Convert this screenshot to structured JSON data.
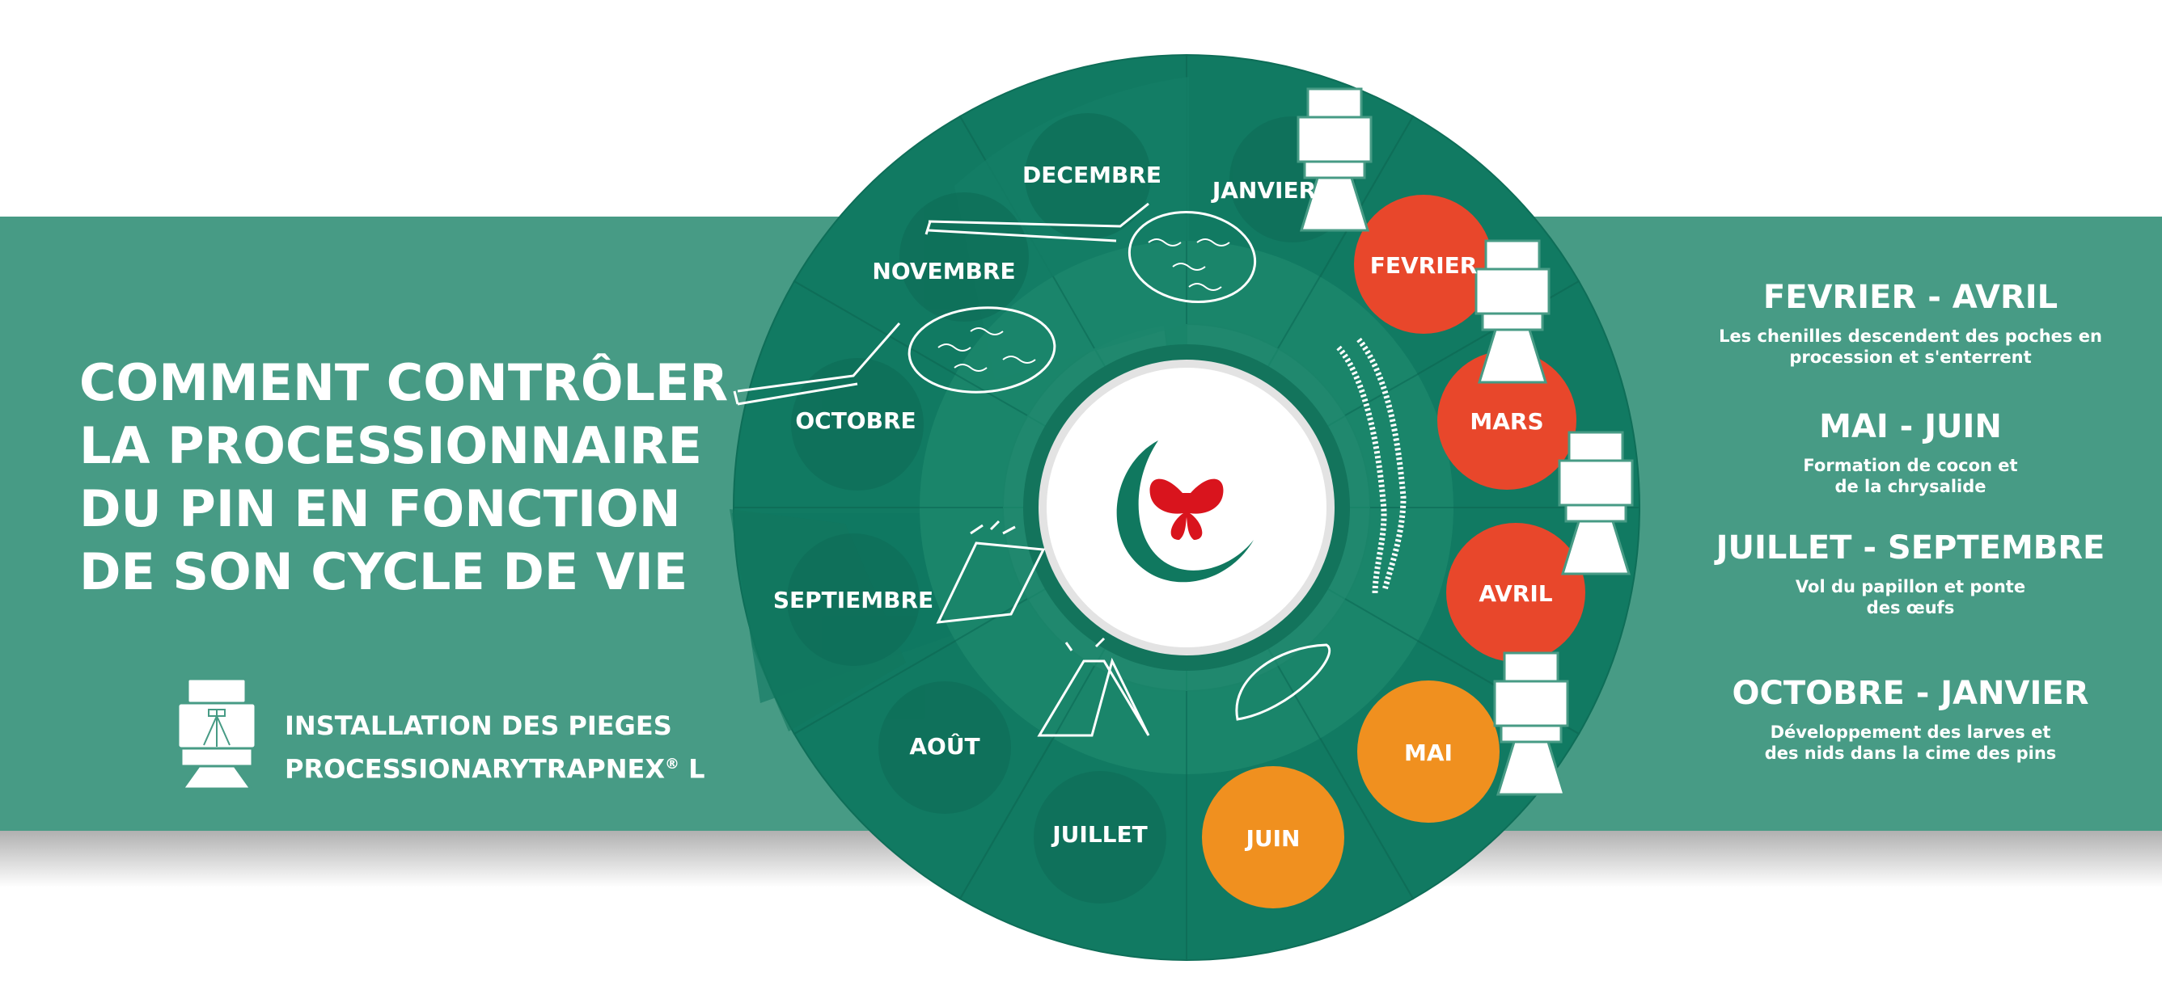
{
  "title": {
    "lines": [
      "COMMENT CONTRÔLER",
      "LA PROCESSIONNAIRE",
      "DU PIN EN FONCTION",
      "DE SON CYCLE DE VIE"
    ]
  },
  "legend": {
    "line1": "INSTALLATION DES PIEGES",
    "line2_main": "PROCESSIONARYTRAPNEX",
    "line2_reg": "®",
    "line2_tail": " L"
  },
  "months": {
    "janvier": "JANVIER",
    "fevrier": "FEVRIER",
    "mars": "MARS",
    "avril": "AVRIL",
    "mai": "MAI",
    "juin": "JUIN",
    "juillet": "JUILLET",
    "aout": "AOÛT",
    "septembre": "SEPTIEMBRE",
    "octobre": "OCTOBRE",
    "novembre": "NOVEMBRE",
    "decembre": "DECEMBRE"
  },
  "phases": [
    {
      "heading": "FEVRIER - AVRIL",
      "desc": [
        "Les chenilles descendent des poches en",
        "procession et s'enterrent"
      ]
    },
    {
      "heading": "MAI - JUIN",
      "desc": [
        "Formation de cocon et",
        "de la chrysalide"
      ]
    },
    {
      "heading": "JUILLET - SEPTEMBRE",
      "desc": [
        "Vol du papillon et ponte",
        "des œufs"
      ]
    },
    {
      "heading": "OCTOBRE - JANVIER",
      "desc": [
        "Développement des larves et",
        "des nids dans la cime des pins"
      ]
    }
  ],
  "colors": {
    "band": "#479b85",
    "wheel_dark": "#117a62",
    "wheel_sector": "#1c866c",
    "red_month": "#e8472b",
    "orange_month": "#f0901f",
    "logo_red": "#d9141d",
    "logo_green": "#10785f"
  },
  "icons": [
    "trap-icon",
    "butterfly-logo-icon",
    "caterpillar-icon",
    "moth-icon",
    "cocoon-icon",
    "nest-icon"
  ]
}
